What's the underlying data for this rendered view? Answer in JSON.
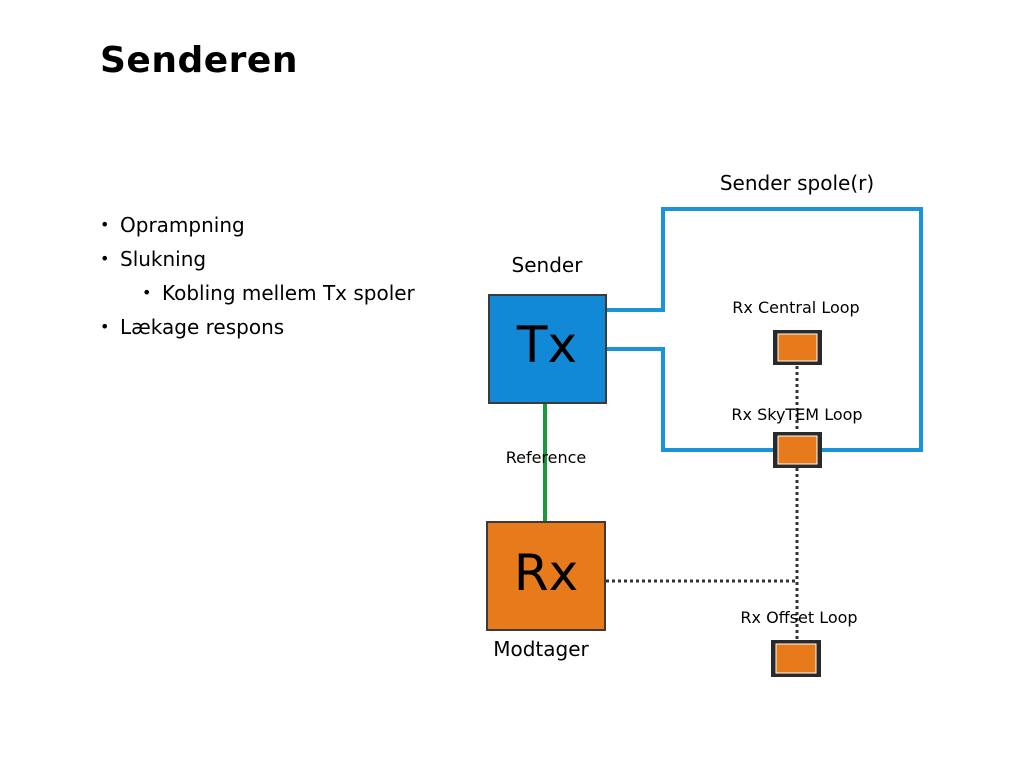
{
  "slide": {
    "title": "Senderen",
    "bullets": [
      {
        "text": "Oprampning",
        "level": 1
      },
      {
        "text": "Slukning",
        "level": 1
      },
      {
        "text": "Kobling mellem Tx spoler",
        "level": 2
      },
      {
        "text": "Lækage respons",
        "level": 1
      }
    ]
  },
  "diagram": {
    "colors": {
      "tx_fill": "#1189d6",
      "rx_fill": "#e77a1a",
      "coil": "#1b93d8",
      "reference_line": "#19983d",
      "outline": "#3b3b3b",
      "dotted": "#333333"
    },
    "tx_box": {
      "label": "Tx",
      "caption": "Sender"
    },
    "rx_box": {
      "label": "Rx",
      "caption": "Modtager"
    },
    "coil_label": "Sender spole(r)",
    "reference_label": "Reference",
    "loops": [
      {
        "label": "Rx Central Loop"
      },
      {
        "label": "Rx SkyTEM Loop"
      },
      {
        "label": "Rx Offset Loop"
      }
    ]
  }
}
